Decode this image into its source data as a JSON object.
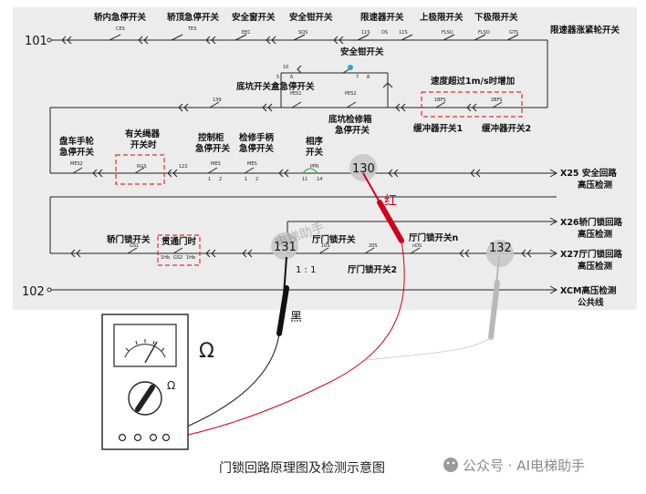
{
  "node_101": "101",
  "node_102": "102",
  "top_row": {
    "labels": [
      "轿内急停开关",
      "轿顶急停开关",
      "安全窗开关",
      "安全钳开关",
      "限速器开关",
      "上极限开关",
      "下极限开关",
      "限速器涨紧轮开关"
    ],
    "codes": [
      "CES",
      "TES",
      "EEC",
      "SOS",
      "11S",
      "OS",
      "11S",
      "FLSU",
      "FLSD",
      "GTS"
    ]
  },
  "mid_row": {
    "safety_clamp_label": "安全钳开关",
    "pit_label": "底坑开关盒急停开关",
    "pit_check_label": "底坑检修箱\n急停开关",
    "overspeed_label": "速度超过1m/s时增加",
    "buffer1": "缓冲器开关1",
    "buffer2": "缓冲器开关2",
    "codes": [
      "10",
      "5",
      "6",
      "7",
      "8",
      "139",
      "PES1",
      "PES2",
      "1BFS",
      "2BFS"
    ]
  },
  "row3": {
    "handwheel": "盘车手轮\n急停开关",
    "rope_sw": "有关绳器\n开关时",
    "control_cab": "控制柜\n急停开关",
    "maint_handle": "检修手柄\n急停开关",
    "phase_seq": "相序\n开关",
    "codes": [
      "MES2",
      "RGS",
      "122",
      "MES",
      "1",
      "2",
      "MES",
      "1",
      "2",
      "PPR",
      "11",
      "14"
    ],
    "right_label": "X25 安全回路\n高压检测"
  },
  "row4": {
    "car_door": "轿门锁开关",
    "connect_door": "贯通门时",
    "hall_door": "厅门锁开关",
    "hall_door_n": "厅门锁开关n",
    "hall_door_2": "厅门锁开关2",
    "codes": [
      "GS1",
      "1Hb",
      "GS2",
      "1Hb",
      "10S",
      "20S",
      "nDS"
    ],
    "x26": "X26轿门锁回路\n高压检测",
    "x27": "X27厅门锁回路\n高压检测",
    "xcm": "XCM高压检测\n公共线",
    "one_to_one": "1 : 1"
  },
  "probes": {
    "p130": "130",
    "p131": "131",
    "p132": "132",
    "red_label": "红",
    "black_label": "黑"
  },
  "meter": {
    "ohm_big": "Ω",
    "ohm_small": "Ω"
  },
  "watermark_center": "电梯助手",
  "caption": "门锁回路原理图及检测示意图",
  "footer_brand": "公众号 · AI电梯助手",
  "colors": {
    "red_probe": "#d0021b",
    "black_probe": "#111111",
    "gray_probe": "#b8b8b8",
    "dash_red": "#e23030",
    "panel": "#ececec"
  }
}
